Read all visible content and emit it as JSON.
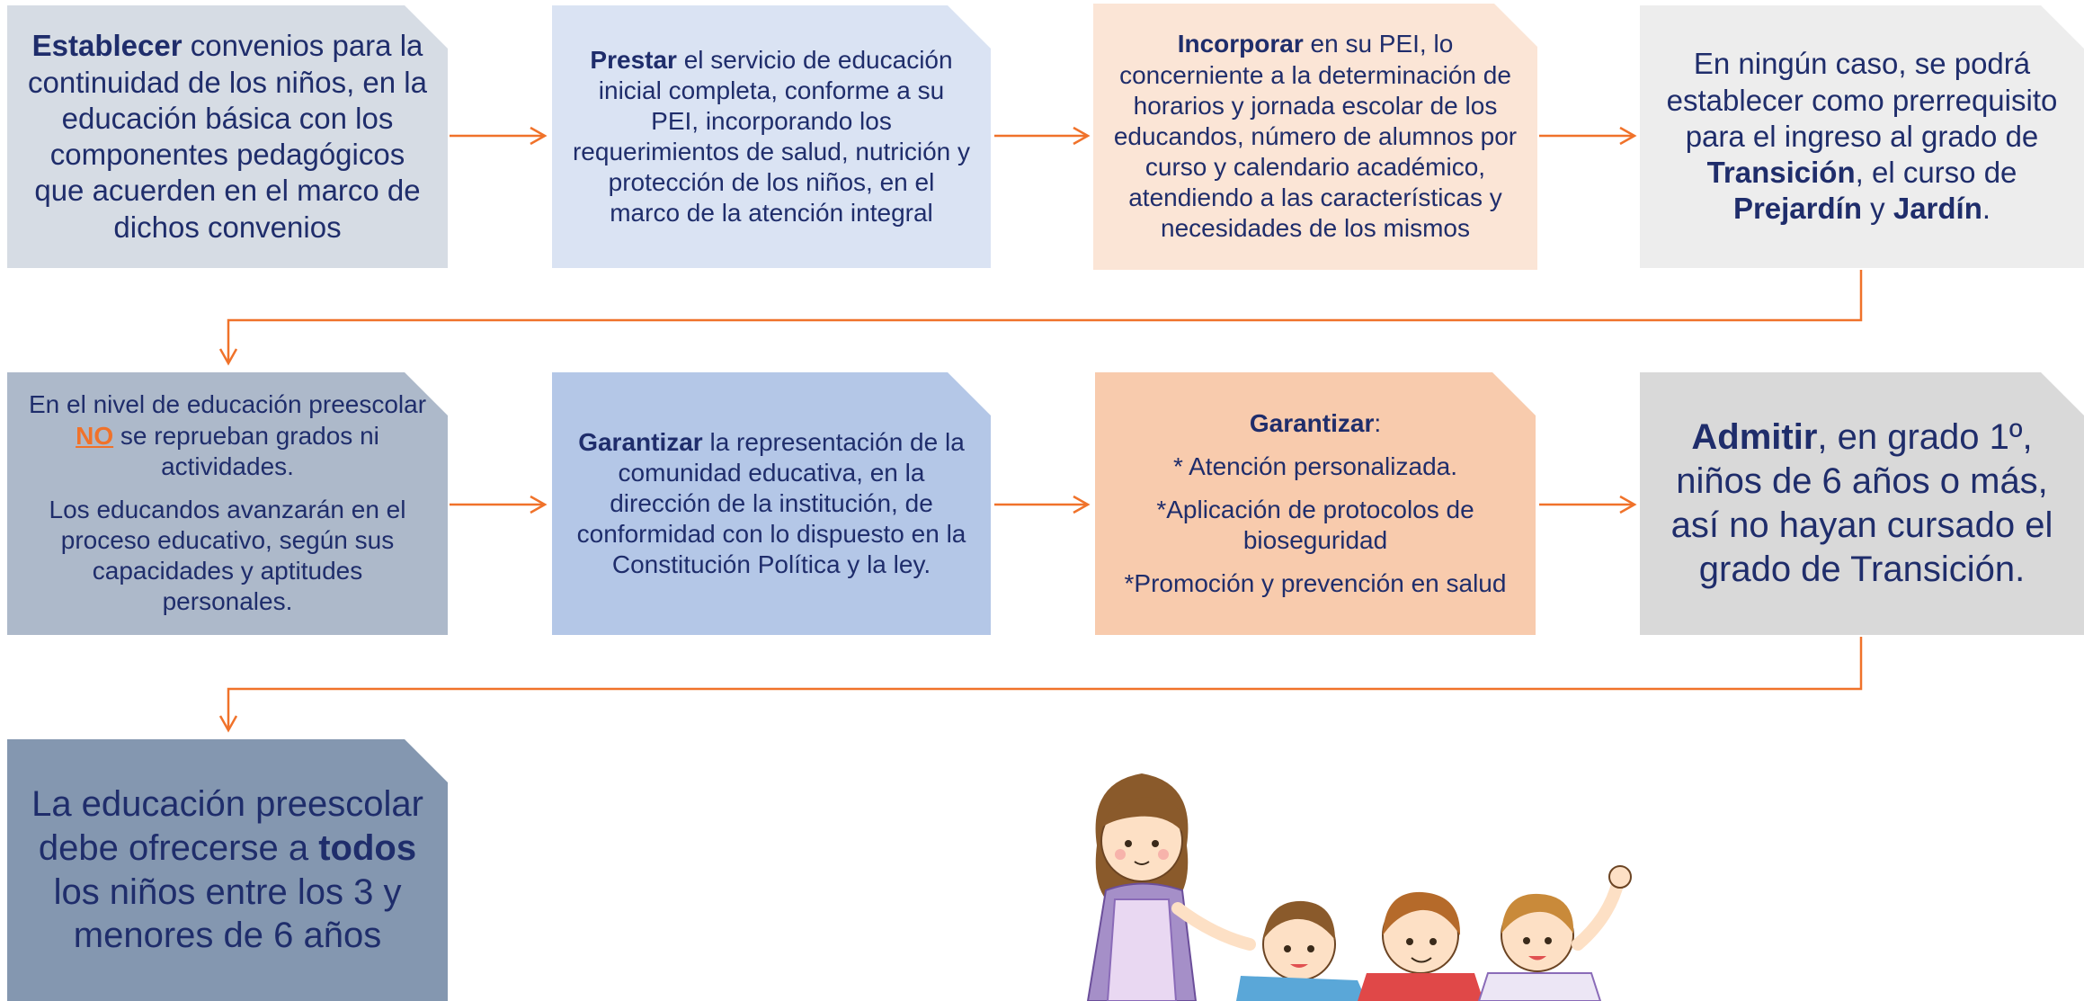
{
  "row1": {
    "box1": {
      "bold": "Establecer",
      "text": " convenios para la continuidad de los niños, en la educación básica con los componentes pedagógicos que acuerden en el marco de dichos convenios"
    },
    "box2": {
      "bold": "Prestar",
      "text": " el servicio de educación inicial completa, conforme a su PEI, incorporando los requerimientos de salud, nutrición y protección de los niños, en el marco de la atención integral"
    },
    "box3": {
      "bold": "Incorporar",
      "text": " en su PEI, lo concerniente a la determinación de horarios y jornada escolar de los educandos, número de alumnos por curso y calendario académico, atendiendo a las características y necesidades de los mismos"
    },
    "box4": {
      "t1": "En ningún caso, se podrá establecer como prerrequisito para el ingreso al grado de ",
      "b1": "Transición",
      "t2": ", el curso  de ",
      "b2": "Prejardín",
      "t3": " y ",
      "b3": "Jardín",
      "t4": "."
    }
  },
  "row2": {
    "box5": {
      "p1a": "En el nivel de educación preescolar ",
      "p1no": "NO",
      "p1b": " se reprueban grados ni actividades.",
      "p2": "Los educandos avanzarán en el proceso educativo, según sus capacidades y aptitudes personales."
    },
    "box6": {
      "bold": "Garantizar",
      "text": " la representación de la comunidad educativa, en la dirección de la institución, de conformidad con lo dispuesto en la Constitución Política y la ley."
    },
    "box7": {
      "bold": "Garantizar",
      "colon": ":",
      "item1": "* Atención personalizada.",
      "item2": "*Aplicación de protocolos de bioseguridad",
      "item3": "*Promoción y prevención en salud"
    },
    "box8": {
      "bold": "Admitir",
      "text": ", en grado 1º, niños de 6 años o más, así no hayan cursado el grado de Transición."
    }
  },
  "row3": {
    "box9": {
      "t1": "La educación preescolar debe ofrecerse a ",
      "bold": "todos",
      "t2": " los niños entre los 3 y menores de 6 años"
    }
  },
  "colors": {
    "arrow": "#f0722a",
    "text": "#1f2d6b"
  },
  "illustration": {
    "icon": "teacher-and-children-icon"
  }
}
